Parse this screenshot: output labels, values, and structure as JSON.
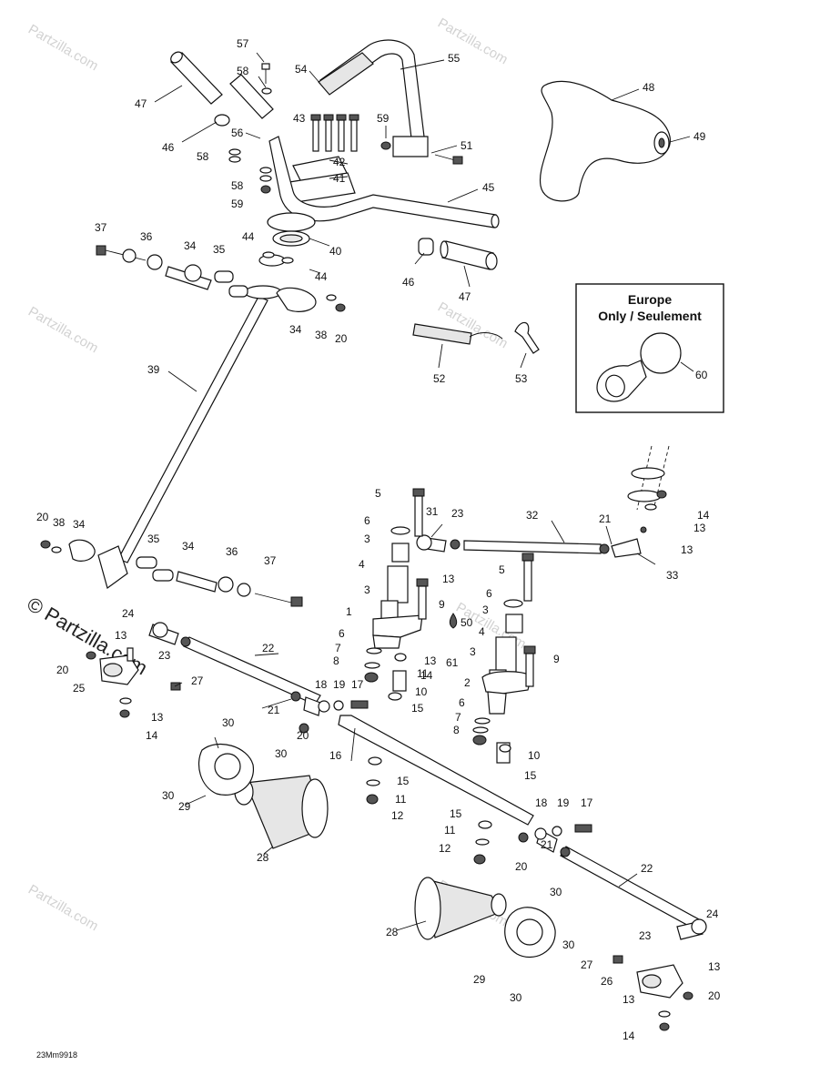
{
  "watermark": "Partzilla.com",
  "watermark_large": "© Partzilla.com",
  "inset": {
    "line1": "Europe",
    "line2": "Only / Seulement",
    "part": "60"
  },
  "drawing_ref": "23Mm9918",
  "callouts": [
    {
      "id": "c57",
      "t": "57"
    },
    {
      "id": "c58a",
      "t": "58"
    },
    {
      "id": "c54",
      "t": "54"
    },
    {
      "id": "c55",
      "t": "55"
    },
    {
      "id": "c48",
      "t": "48"
    },
    {
      "id": "c49",
      "t": "49"
    },
    {
      "id": "c47a",
      "t": "47"
    },
    {
      "id": "c46a",
      "t": "46"
    },
    {
      "id": "c43",
      "t": "43"
    },
    {
      "id": "c59a",
      "t": "59"
    },
    {
      "id": "c51",
      "t": "51"
    },
    {
      "id": "c56",
      "t": "56"
    },
    {
      "id": "c58b",
      "t": "58"
    },
    {
      "id": "c42",
      "t": "42"
    },
    {
      "id": "c41",
      "t": "41"
    },
    {
      "id": "c58c",
      "t": "58"
    },
    {
      "id": "c59b",
      "t": "59"
    },
    {
      "id": "c45",
      "t": "45"
    },
    {
      "id": "c37a",
      "t": "37"
    },
    {
      "id": "c36a",
      "t": "36"
    },
    {
      "id": "c34a",
      "t": "34"
    },
    {
      "id": "c35a",
      "t": "35"
    },
    {
      "id": "c44a",
      "t": "44"
    },
    {
      "id": "c40",
      "t": "40"
    },
    {
      "id": "c44b",
      "t": "44"
    },
    {
      "id": "c46b",
      "t": "46"
    },
    {
      "id": "c47b",
      "t": "47"
    },
    {
      "id": "c34b",
      "t": "34"
    },
    {
      "id": "c38a",
      "t": "38"
    },
    {
      "id": "c20a",
      "t": "20"
    },
    {
      "id": "c52",
      "t": "52"
    },
    {
      "id": "c53",
      "t": "53"
    },
    {
      "id": "c39",
      "t": "39"
    },
    {
      "id": "c5a",
      "t": "5"
    },
    {
      "id": "c31",
      "t": "31"
    },
    {
      "id": "c23a",
      "t": "23"
    },
    {
      "id": "c32",
      "t": "32"
    },
    {
      "id": "c21a",
      "t": "21"
    },
    {
      "id": "c14a",
      "t": "14"
    },
    {
      "id": "c13a",
      "t": "13"
    },
    {
      "id": "c13b",
      "t": "13"
    },
    {
      "id": "c33",
      "t": "33"
    },
    {
      "id": "c20b",
      "t": "20"
    },
    {
      "id": "c38b",
      "t": "38"
    },
    {
      "id": "c34c",
      "t": "34"
    },
    {
      "id": "c35b",
      "t": "35"
    },
    {
      "id": "c34d",
      "t": "34"
    },
    {
      "id": "c36b",
      "t": "36"
    },
    {
      "id": "c37b",
      "t": "37"
    },
    {
      "id": "c6a",
      "t": "6"
    },
    {
      "id": "c3a",
      "t": "3"
    },
    {
      "id": "c4a",
      "t": "4"
    },
    {
      "id": "c13c",
      "t": "13"
    },
    {
      "id": "c3b",
      "t": "3"
    },
    {
      "id": "c9a",
      "t": "9"
    },
    {
      "id": "c5b",
      "t": "5"
    },
    {
      "id": "c6b",
      "t": "6"
    },
    {
      "id": "c3c",
      "t": "3"
    },
    {
      "id": "c4b",
      "t": "4"
    },
    {
      "id": "c1",
      "t": "1"
    },
    {
      "id": "c50",
      "t": "50"
    },
    {
      "id": "c9b",
      "t": "9"
    },
    {
      "id": "c24a",
      "t": "24"
    },
    {
      "id": "c13d",
      "t": "13"
    },
    {
      "id": "c23b",
      "t": "23"
    },
    {
      "id": "c22a",
      "t": "22"
    },
    {
      "id": "c6c",
      "t": "6"
    },
    {
      "id": "c7a",
      "t": "7"
    },
    {
      "id": "c8a",
      "t": "8"
    },
    {
      "id": "c13e",
      "t": "13"
    },
    {
      "id": "c14b",
      "t": "14"
    },
    {
      "id": "c61",
      "t": "61"
    },
    {
      "id": "c3d",
      "t": "3"
    },
    {
      "id": "c20c",
      "t": "20"
    },
    {
      "id": "c25",
      "t": "25"
    },
    {
      "id": "c27a",
      "t": "27"
    },
    {
      "id": "c18a",
      "t": "18"
    },
    {
      "id": "c19a",
      "t": "19"
    },
    {
      "id": "c17a",
      "t": "17"
    },
    {
      "id": "c11a",
      "t": "11"
    },
    {
      "id": "c10a",
      "t": "10"
    },
    {
      "id": "c2",
      "t": "2"
    },
    {
      "id": "c13f",
      "t": "13"
    },
    {
      "id": "c21b",
      "t": "21"
    },
    {
      "id": "c15a",
      "t": "15"
    },
    {
      "id": "c20d",
      "t": "20"
    },
    {
      "id": "c6d",
      "t": "6"
    },
    {
      "id": "c14c",
      "t": "14"
    },
    {
      "id": "c7b",
      "t": "7"
    },
    {
      "id": "c8b",
      "t": "8"
    },
    {
      "id": "c30a",
      "t": "30"
    },
    {
      "id": "c30b",
      "t": "30"
    },
    {
      "id": "c16",
      "t": "16"
    },
    {
      "id": "c10b",
      "t": "10"
    },
    {
      "id": "c15b",
      "t": "15"
    },
    {
      "id": "c15c",
      "t": "15"
    },
    {
      "id": "c11b",
      "t": "11"
    },
    {
      "id": "c30c",
      "t": "30"
    },
    {
      "id": "c29a",
      "t": "29"
    },
    {
      "id": "c12a",
      "t": "12"
    },
    {
      "id": "c28a",
      "t": "28"
    },
    {
      "id": "c18b",
      "t": "18"
    },
    {
      "id": "c19b",
      "t": "19"
    },
    {
      "id": "c17b",
      "t": "17"
    },
    {
      "id": "c15d",
      "t": "15"
    },
    {
      "id": "c11c",
      "t": "11"
    },
    {
      "id": "c12b",
      "t": "12"
    },
    {
      "id": "c20e",
      "t": "20"
    },
    {
      "id": "c21c",
      "t": "21"
    },
    {
      "id": "c22b",
      "t": "22"
    },
    {
      "id": "c30d",
      "t": "30"
    },
    {
      "id": "c28b",
      "t": "28"
    },
    {
      "id": "c24b",
      "t": "24"
    },
    {
      "id": "c23c",
      "t": "23"
    },
    {
      "id": "c30e",
      "t": "30"
    },
    {
      "id": "c13g",
      "t": "13"
    },
    {
      "id": "c27b",
      "t": "27"
    },
    {
      "id": "c29b",
      "t": "29"
    },
    {
      "id": "c26",
      "t": "26"
    },
    {
      "id": "c20f",
      "t": "20"
    },
    {
      "id": "c13h",
      "t": "13"
    },
    {
      "id": "c30f",
      "t": "30"
    },
    {
      "id": "c14d",
      "t": "14"
    }
  ]
}
